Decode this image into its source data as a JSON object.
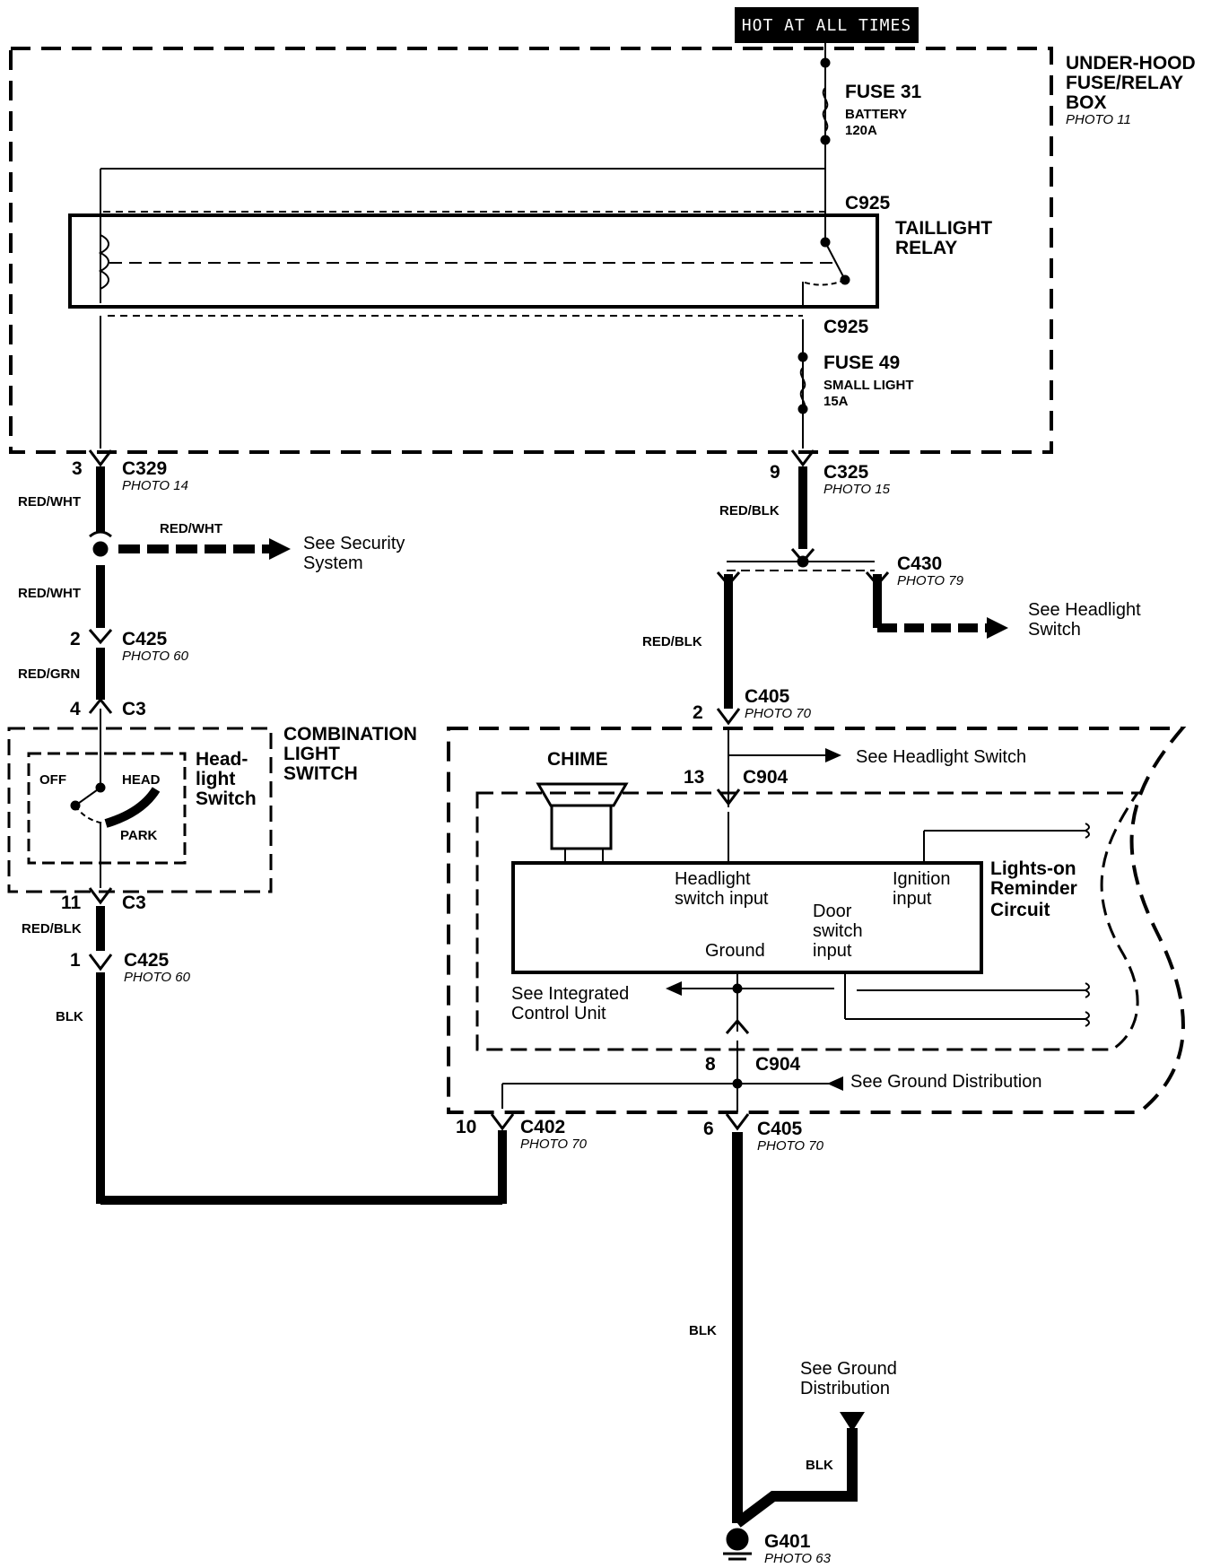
{
  "header": {
    "hot_label": "HOT AT ALL TIMES"
  },
  "boxes": {
    "under_hood": [
      "UNDER-HOOD",
      "FUSE/RELAY",
      "BOX"
    ],
    "under_hood_photo": "PHOTO 11",
    "taillight_relay": [
      "TAILLIGHT",
      "RELAY"
    ],
    "combination": [
      "COMBINATION",
      "LIGHT",
      "SWITCH"
    ],
    "headlight_switch": [
      "Head-",
      "light",
      "Switch"
    ],
    "lights_on": [
      "Lights-on",
      "Reminder",
      "Circuit"
    ],
    "chime": "CHIME"
  },
  "fuses": {
    "fuse31": {
      "name": "FUSE 31",
      "desc": "BATTERY",
      "rating": "120A"
    },
    "fuse49": {
      "name": "FUSE 49",
      "desc": "SMALL LIGHT",
      "rating": "15A"
    }
  },
  "connectors": {
    "c925_top": "C925",
    "c925_bot": "C925",
    "c329": {
      "name": "C329",
      "photo": "PHOTO 14",
      "pin": "3"
    },
    "c325": {
      "name": "C325",
      "photo": "PHOTO 15",
      "pin": "9"
    },
    "c425_top": {
      "name": "C425",
      "photo": "PHOTO 60",
      "pin": "2"
    },
    "c3_top": {
      "name": "C3",
      "pin": "4"
    },
    "c3_bot": {
      "name": "C3",
      "pin": "11"
    },
    "c425_bot": {
      "name": "C425",
      "photo": "PHOTO 60",
      "pin": "1"
    },
    "c430": {
      "name": "C430",
      "photo": "PHOTO 79"
    },
    "c405_top": {
      "name": "C405",
      "photo": "PHOTO 70",
      "pin": "2"
    },
    "c904_top": {
      "name": "C904",
      "pin": "13"
    },
    "c904_bot": {
      "name": "C904",
      "pin": "8"
    },
    "c402": {
      "name": "C402",
      "photo": "PHOTO 70",
      "pin": "10"
    },
    "c405_bot": {
      "name": "C405",
      "photo": "PHOTO 70",
      "pin": "6"
    },
    "g401": {
      "name": "G401",
      "photo": "PHOTO 63"
    }
  },
  "switch_positions": {
    "off": "OFF",
    "head": "HEAD",
    "park": "PARK"
  },
  "inputs": {
    "headlight": [
      "Headlight",
      "switch input"
    ],
    "ignition": [
      "Ignition",
      "input"
    ],
    "door": [
      "Door",
      "switch",
      "input"
    ],
    "ground": "Ground"
  },
  "wires": {
    "red_wht_1": "RED/WHT",
    "red_wht_2": "RED/WHT",
    "red_wht_3": "RED/WHT",
    "red_grn": "RED/GRN",
    "red_blk_1": "RED/BLK",
    "red_blk_2": "RED/BLK",
    "red_blk_3": "RED/BLK",
    "blk_1": "BLK",
    "blk_2": "BLK",
    "blk_3": "BLK"
  },
  "references": {
    "security": [
      "See Security",
      "System"
    ],
    "headlight_1": [
      "See Headlight",
      "Switch"
    ],
    "headlight_2": "See Headlight Switch",
    "icu": [
      "See  Integrated",
      "Control Unit"
    ],
    "ground_dist_1": "See Ground Distribution",
    "ground_dist_2": [
      "See Ground",
      "Distribution"
    ]
  }
}
